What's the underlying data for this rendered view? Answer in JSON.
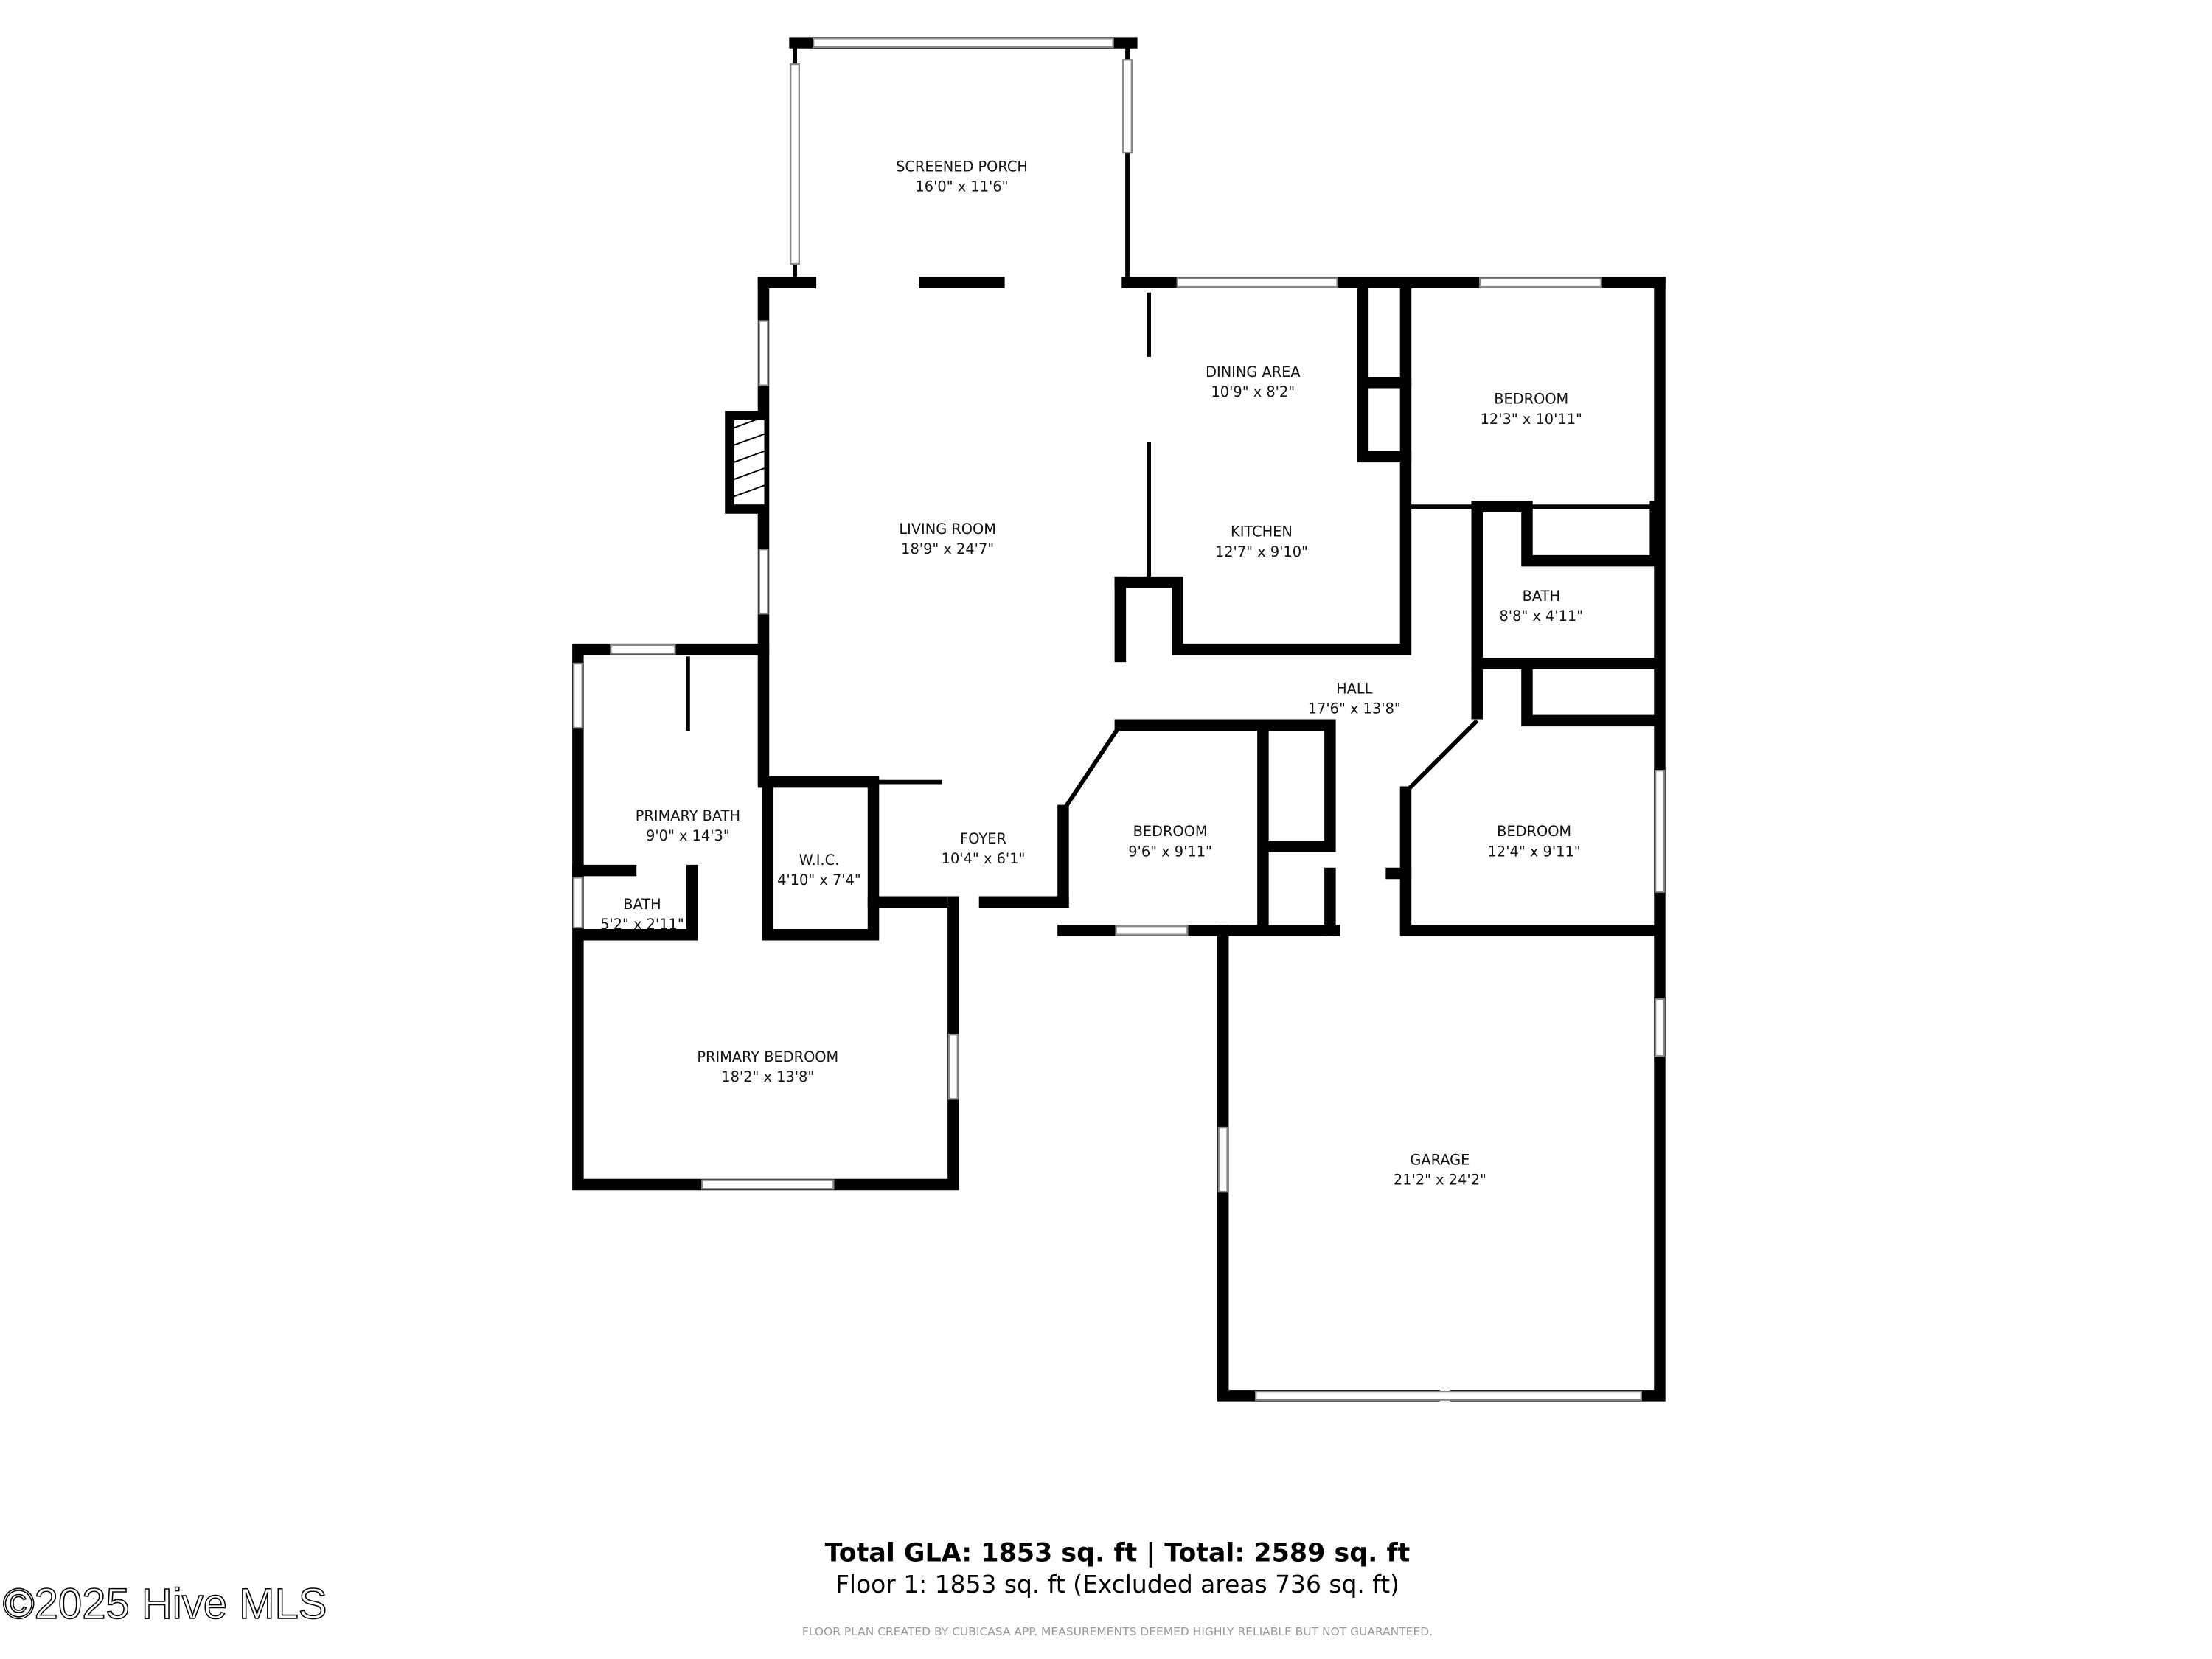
{
  "rooms": [
    {
      "name": "SCREENED PORCH",
      "size": "16'0\" x 11'6\""
    },
    {
      "name": "DINING AREA",
      "size": "10'9\" x 8'2\""
    },
    {
      "name": "BEDROOM",
      "size": "12'3\" x 10'11\""
    },
    {
      "name": "LIVING ROOM",
      "size": "18'9\" x 24'7\""
    },
    {
      "name": "KITCHEN",
      "size": "12'7\" x 9'10\""
    },
    {
      "name": "BATH",
      "size": "8'8\" x 4'11\""
    },
    {
      "name": "HALL",
      "size": "17'6\" x 13'8\""
    },
    {
      "name": "PRIMARY BATH",
      "size": "9'0\" x 14'3\""
    },
    {
      "name": "W.I.C.",
      "size": "4'10\" x 7'4\""
    },
    {
      "name": "FOYER",
      "size": "10'4\" x 6'1\""
    },
    {
      "name": "BEDROOM",
      "size": "9'6\" x 9'11\""
    },
    {
      "name": "BEDROOM",
      "size": "12'4\" x 9'11\""
    },
    {
      "name": "BATH",
      "size": "5'2\" x 2'11\""
    },
    {
      "name": "PRIMARY BEDROOM",
      "size": "18'2\" x 13'8\""
    },
    {
      "name": "GARAGE",
      "size": "21'2\" x 24'2\""
    }
  ],
  "summary": {
    "total": "Total GLA: 1853 sq. ft | Total: 2589 sq. ft",
    "floor": "Floor 1: 1853 sq. ft (Excluded areas 736 sq. ft)",
    "disclaimer": "FLOOR PLAN CREATED BY CUBICASA APP. MEASUREMENTS DEEMED HIGHLY RELIABLE BUT NOT GUARANTEED."
  },
  "watermark": "©2025 Hive MLS",
  "colors": {
    "wall": "#000000",
    "background": "#ffffff",
    "disclaimer": "#999999"
  }
}
